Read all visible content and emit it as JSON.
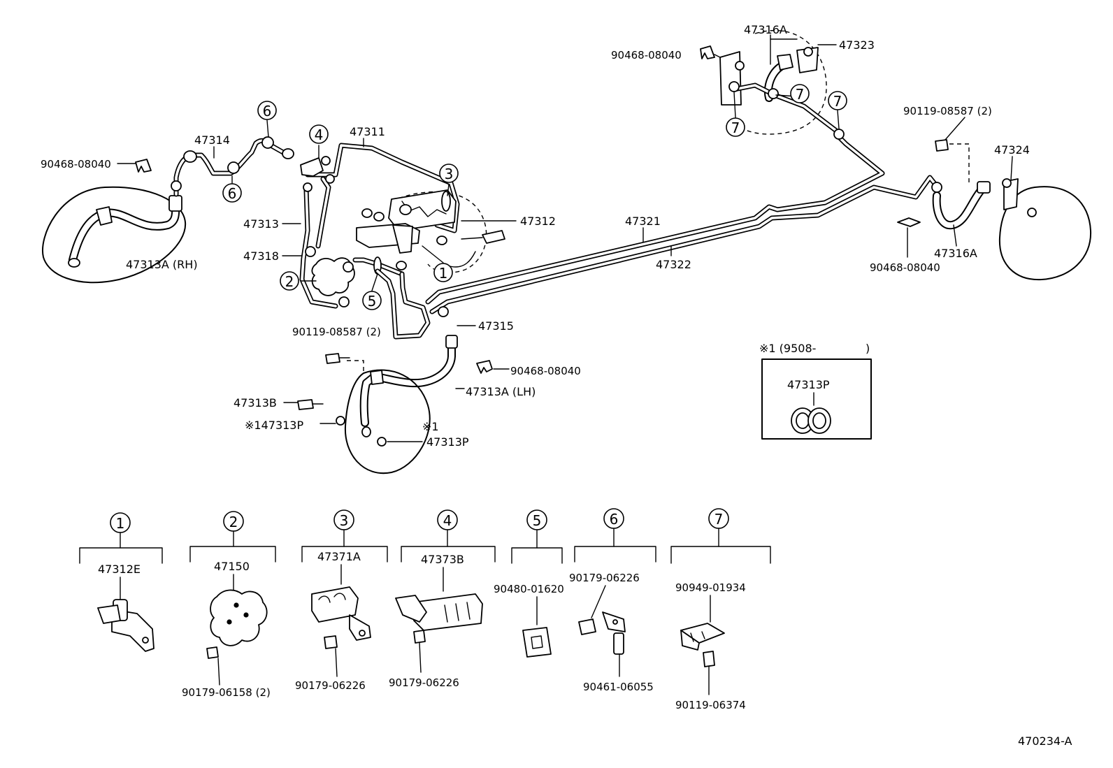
{
  "labels": {
    "p47316A_top": "47316A",
    "p47323": "47323",
    "p90468_top": "90468-08040",
    "p90119_right": "90119-08587 (2)",
    "p47324": "47324",
    "p90468_right": "90468-08040",
    "p47316A_right": "47316A",
    "p47314": "47314",
    "p47311": "47311",
    "p90468_left": "90468-08040",
    "p47313": "47313",
    "p47312": "47312",
    "p47321": "47321",
    "p47322": "47322",
    "p47318": "47318",
    "p47313A_rh": "47313A (RH)",
    "p47315": "47315",
    "p90119_center": "90119-08587 (2)",
    "p90468_center": "90468-08040",
    "p47313A_lh": "47313A (LH)",
    "p47313B": "47313B",
    "p47313P_mark": "※147313P",
    "mark_1": "※1",
    "p47313P": "47313P",
    "ref": "470234-A"
  },
  "inset": {
    "title": "※1 (9508-",
    "close": ")",
    "part": "47313P"
  },
  "callouts": {
    "c1": "1",
    "c2": "2",
    "c3": "3",
    "c4": "4",
    "c5": "5",
    "c6": "6",
    "c7": "7"
  },
  "details": [
    {
      "num": "1",
      "part": "47312E"
    },
    {
      "num": "2",
      "part": "47150",
      "sub": "90179-06158 (2)"
    },
    {
      "num": "3",
      "part": "47371A",
      "sub": "90179-06226"
    },
    {
      "num": "4",
      "part": "47373B",
      "sub": "90179-06226"
    },
    {
      "num": "5",
      "part": "90480-01620"
    },
    {
      "num": "6",
      "part": "90179-06226",
      "sub": "90461-06055"
    },
    {
      "num": "7",
      "part": "90949-01934",
      "sub": "90119-06374"
    }
  ]
}
